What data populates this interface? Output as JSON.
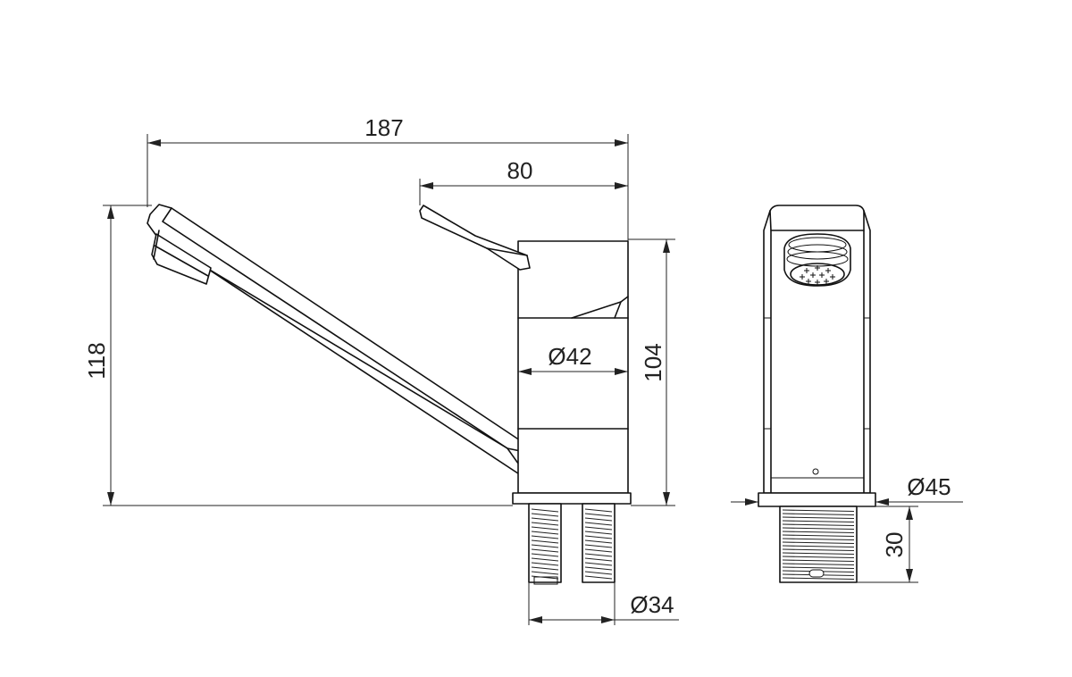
{
  "drawing": {
    "dimensions": {
      "overall_length": "187",
      "lever_length": "80",
      "overall_height": "118",
      "body_height": "104",
      "body_diameter": "Ø42",
      "base_diameter": "Ø45",
      "thread_diameter": "Ø34",
      "thread_length": "30"
    }
  }
}
